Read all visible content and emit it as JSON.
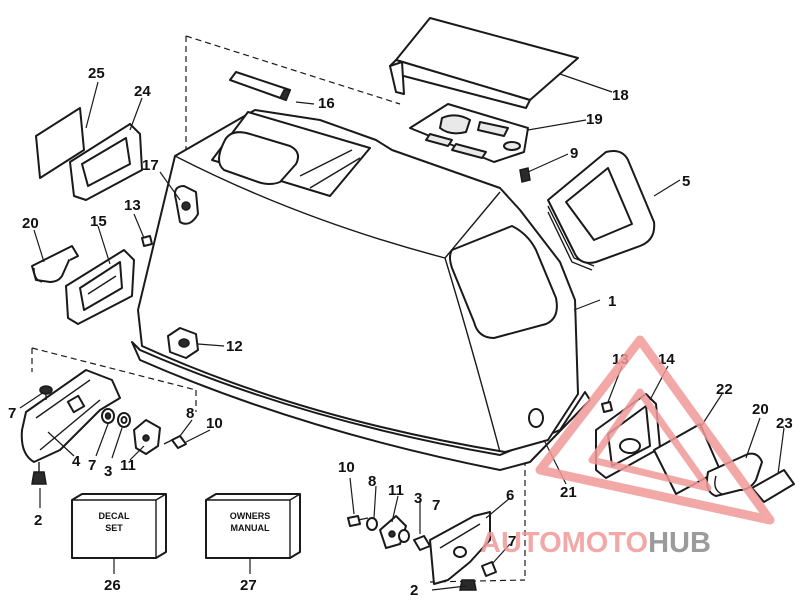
{
  "diagram": {
    "callouts": [
      "1",
      "2",
      "2",
      "3",
      "3",
      "4",
      "5",
      "6",
      "7",
      "7",
      "7",
      "7",
      "8",
      "8",
      "9",
      "10",
      "10",
      "11",
      "11",
      "12",
      "13",
      "13",
      "14",
      "15",
      "16",
      "17",
      "18",
      "19",
      "20",
      "20",
      "21",
      "22",
      "23",
      "24",
      "25",
      "26",
      "27"
    ]
  },
  "boxes": {
    "decal": {
      "line1": "DECAL",
      "line2": "SET"
    },
    "manual": {
      "line1": "OWNERS",
      "line2": "MANUAL"
    }
  },
  "watermark": {
    "auto": "AUTOMOTO",
    "hub": "HUB"
  },
  "colors": {
    "watermark_red": "#f29a9a",
    "watermark_gray": "#8a8a8a",
    "line": "#1a1a1a"
  }
}
